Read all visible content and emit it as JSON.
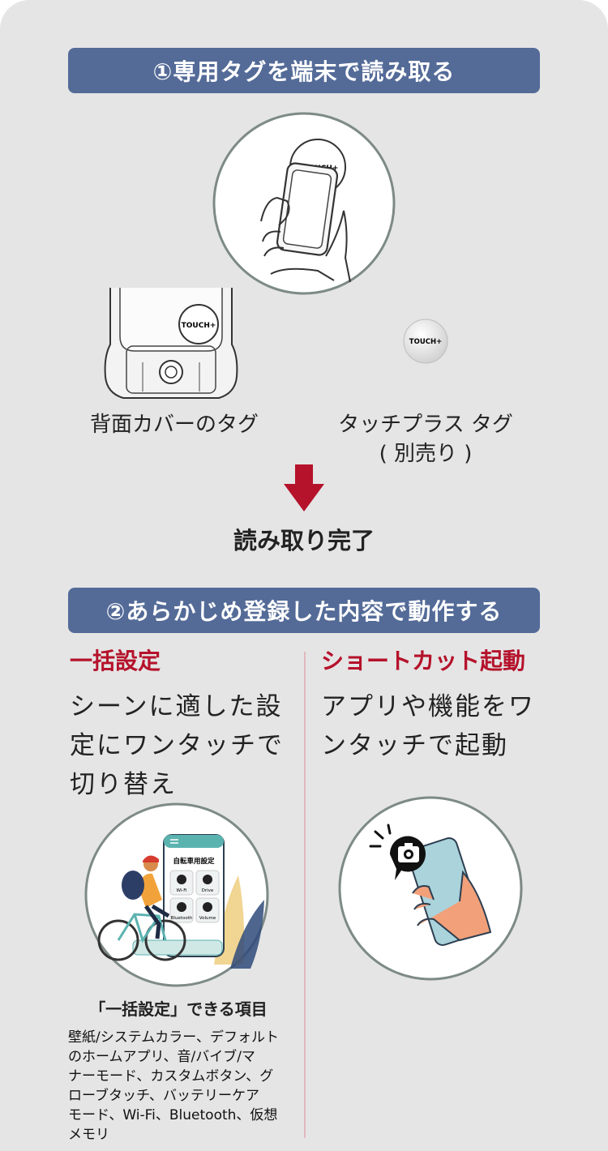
{
  "section1": {
    "title": "①専用タグを端末で読み取る",
    "tag_caption": "TOUCH+",
    "back_cover_label": "背面カバーのタグ",
    "touchplus_label_line1": "タッチプラス タグ",
    "touchplus_label_line2": "( 別売り )",
    "complete_label": "読み取り完了"
  },
  "section2": {
    "title": "②あらかじめ登録した内容で動作する",
    "left": {
      "heading": "一括設定",
      "description_lines": [
        "シーンに適した設",
        "定にワンタッチで",
        "切り替え"
      ],
      "phone_screen_title": "自転車用設定",
      "phone_tiles": [
        "Wi-Fi",
        "Drive",
        "Bluetooth",
        "Volume"
      ],
      "items_heading": "「一括設定」できる項目",
      "items_lines": [
        "壁紙/システムカラー、デフォルト",
        "のホームアプリ、音/バイブ/マ",
        "ナーモード、カスタムボタン、グ",
        "ローブタッチ、バッテリーケア",
        "モード、Wi-Fi、Bluetooth、仮想",
        "メモリ"
      ]
    },
    "right": {
      "heading": "ショートカット起動",
      "description_lines": [
        "アプリや機能をワ",
        "ンタッチで起動"
      ]
    }
  },
  "colors": {
    "background": "#e5e5e5",
    "banner": "#546b98",
    "accent_red": "#b5122b",
    "divider": "#e0b8bd"
  }
}
